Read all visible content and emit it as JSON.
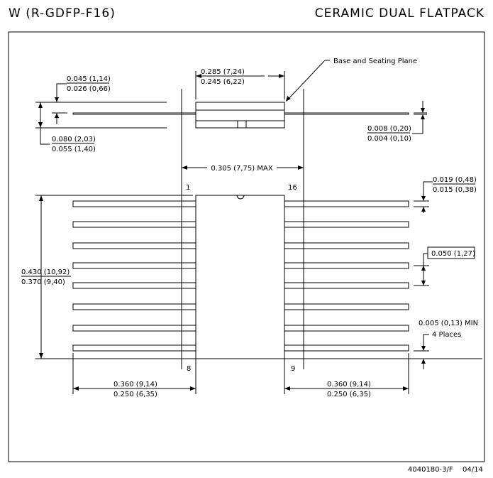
{
  "header": {
    "package_code": "W (R-GDFP-F16)",
    "package_name": "CERAMIC DUAL FLATPACK"
  },
  "side_view": {
    "body_length": {
      "max": "0.285 (7,24)",
      "min": "0.245 (6,22)"
    },
    "base_label": "Base and Seating Plane",
    "lead_offset": {
      "max": "0.045 (1,14)",
      "min": "0.026 (0,66)"
    },
    "body_height": {
      "max": "0.080 (2,03)",
      "min": "0.055 (1,40)"
    },
    "lead_thickness": {
      "max": "0.008 (0,20)",
      "min": "0.004 (0,10)"
    },
    "overall_width": "0.305 (7,75) MAX"
  },
  "top_view": {
    "pins": {
      "first": "1",
      "last": "16",
      "bottom_left": "8",
      "bottom_right": "9"
    },
    "body_width": {
      "max": "0.430 (10,92)",
      "min": "0.370 (9,40)"
    },
    "lead_width": {
      "max": "0.019 (0,48)",
      "min": "0.015 (0,38)"
    },
    "pitch": "0.050 (1,27)",
    "lead_to_end": {
      "value": "0.005 (0,13) MIN",
      "note": "4 Places"
    },
    "lead_length_left": {
      "max": "0.360 (9,14)",
      "min": "0.250 (6,35)"
    },
    "lead_length_right": {
      "max": "0.360 (9,14)",
      "min": "0.250 (6,35)"
    }
  },
  "footer": {
    "drawing_number": "4040180-3/F",
    "date": "04/14"
  }
}
